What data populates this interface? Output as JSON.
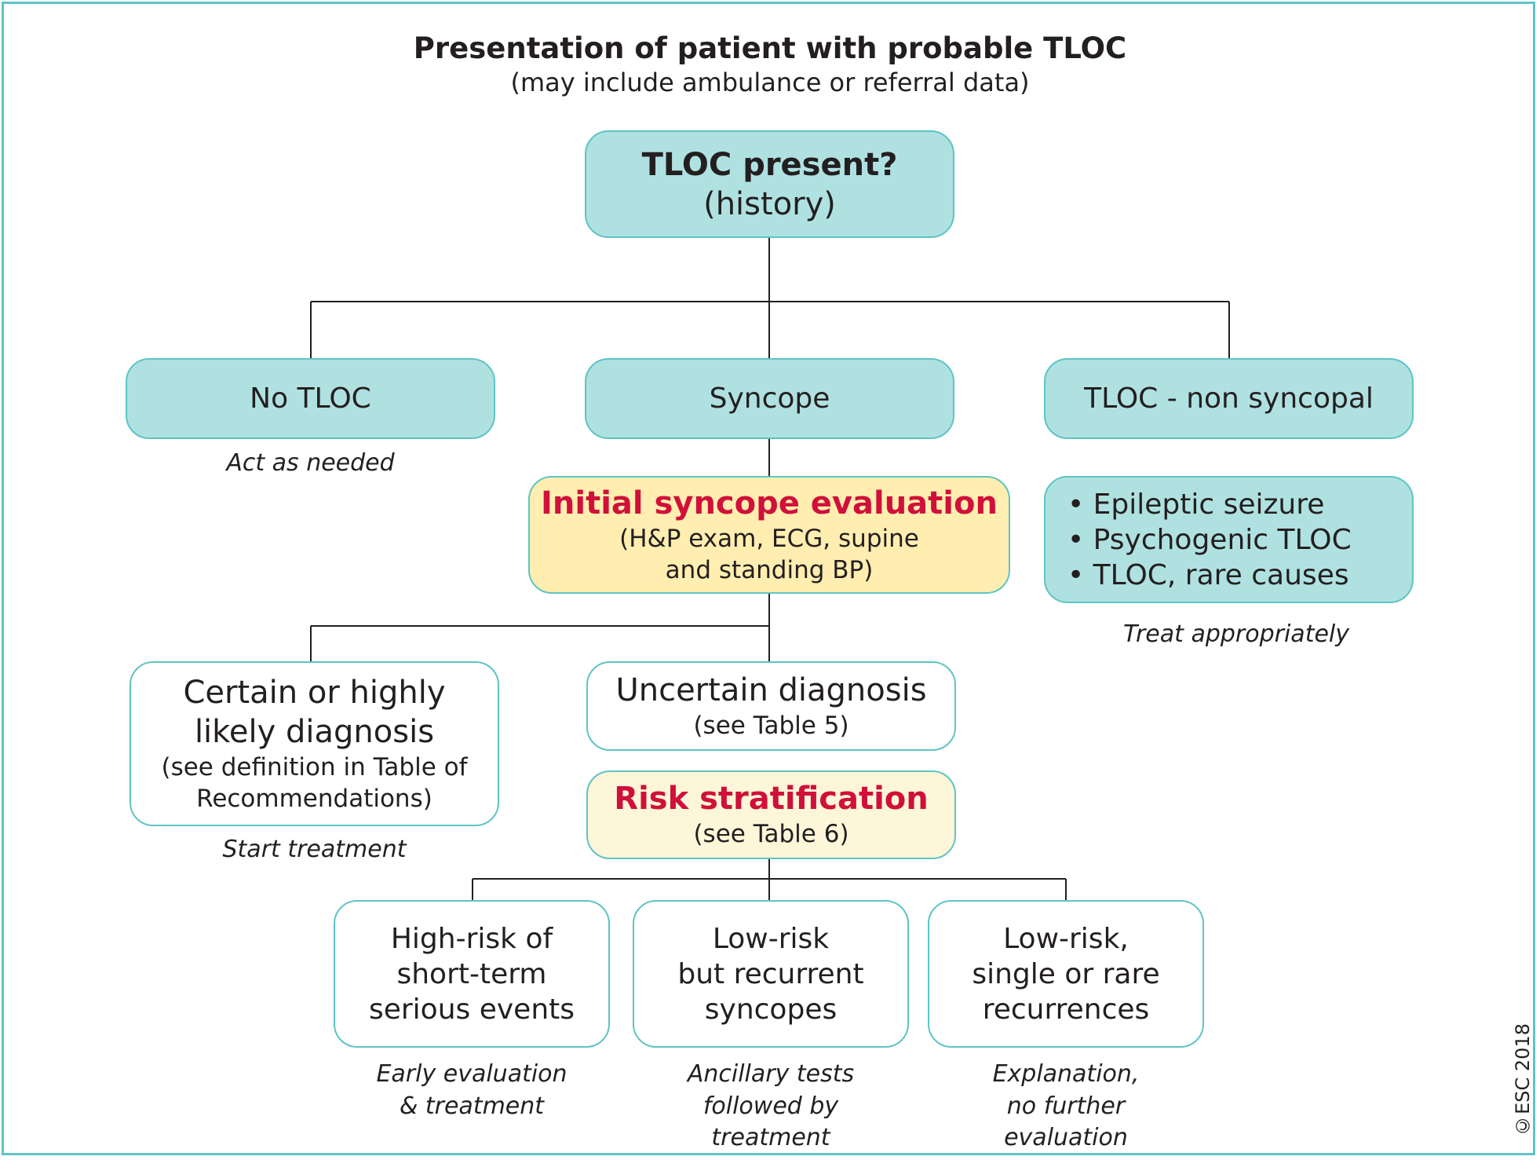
{
  "header": {
    "title": "Presentation of patient with probable TLOC",
    "subtitle": "(may include ambulance or referral data)"
  },
  "root": {
    "line1": "TLOC present?",
    "line2": "(history)"
  },
  "branches": {
    "no_tloc": {
      "label": "No TLOC",
      "note": "Act as needed"
    },
    "syncope": {
      "label": "Syncope"
    },
    "non_syncopal": {
      "label": "TLOC - non syncopal",
      "bullets": [
        "• Epileptic seizure",
        "• Psychogenic TLOC",
        "• TLOC, rare causes"
      ],
      "note": "Treat appropriately"
    }
  },
  "initial_eval": {
    "title": "Initial syncope evaluation",
    "line1": "(H&P exam, ECG, supine",
    "line2": "and standing BP)"
  },
  "certain": {
    "line1": "Certain or highly",
    "line2": "likely diagnosis",
    "line3": "(see definition in Table of",
    "line4": "Recommendations)",
    "note": "Start treatment"
  },
  "uncertain": {
    "line1": "Uncertain diagnosis",
    "line2": "(see Table 5)"
  },
  "risk": {
    "title": "Risk stratification",
    "line2": "(see Table 6)"
  },
  "outcomes": {
    "high": {
      "line1": "High-risk of",
      "line2": "short-term",
      "line3": "serious events",
      "note1": "Early evaluation",
      "note2": "& treatment"
    },
    "recurrent": {
      "line1": "Low-risk",
      "line2": "but recurrent",
      "line3": "syncopes",
      "note1": "Ancillary tests",
      "note2": "followed by",
      "note3": "treatment"
    },
    "single": {
      "line1": "Low-risk,",
      "line2": "single or rare",
      "line3": "recurrences",
      "note1": "Explanation,",
      "note2": "no further",
      "note3": "evaluation"
    }
  },
  "copyright": "©ESC 2018",
  "colors": {
    "border": "#5ec4c4",
    "teal_fill": "#b0e1e1",
    "yellow_fill": "#ffeeb0",
    "accent_red": "#d0103a"
  }
}
